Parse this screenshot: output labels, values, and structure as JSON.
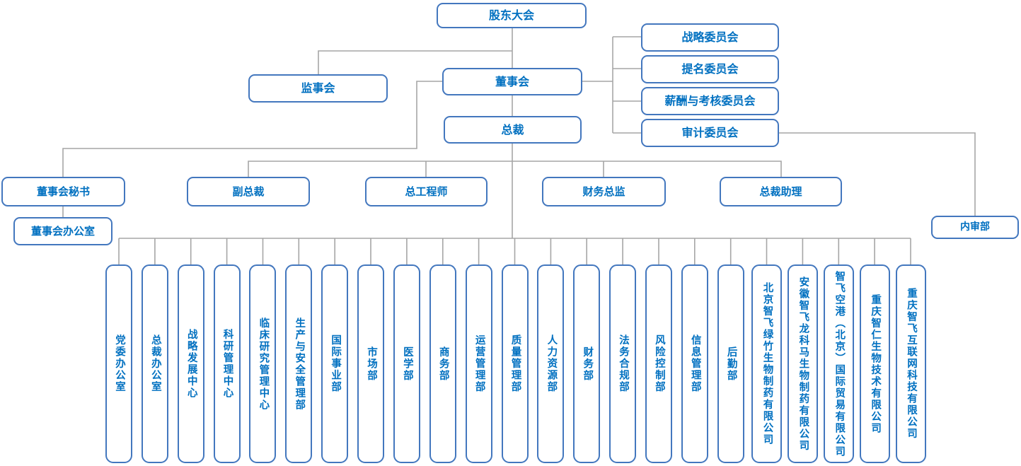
{
  "org": {
    "shareholders_meeting": "股东大会",
    "supervisory_board": "监事会",
    "board_of_directors": "董事会",
    "president": "总裁",
    "committees": [
      "战略委员会",
      "提名委员会",
      "薪酬与考核委员会",
      "审计委员会"
    ],
    "board_secretary": "董事会秘书",
    "board_office": "董事会办公室",
    "tier2": [
      "副总裁",
      "总工程师",
      "财务总监",
      "总裁助理"
    ],
    "internal_audit": "内审部",
    "bottom_row": [
      "党委办公室",
      "总裁办公室",
      "战略发展中心",
      "科研管理中心",
      "临床研究管理中心",
      "生产与安全管理部",
      "国际事业部",
      "市场部",
      "医学部",
      "商务部",
      "运营管理部",
      "质量管理部",
      "人力资源部",
      "财务部",
      "法务合规部",
      "风险控制部",
      "信息管理部",
      "后勤部",
      "北京智飞绿竹生物制药有限公司",
      "安徽智飞龙科马生物制药有限公司",
      "智飞空港（北京）国际贸易有限公司",
      "重庆智仁生物技术有限公司",
      "重庆智飞互联网科技有限公司"
    ]
  },
  "colors": {
    "box_border": "#4377BE",
    "label_text": "#0070C0",
    "connector_line": "#A6A6A6",
    "background": "#FFFFFF"
  }
}
